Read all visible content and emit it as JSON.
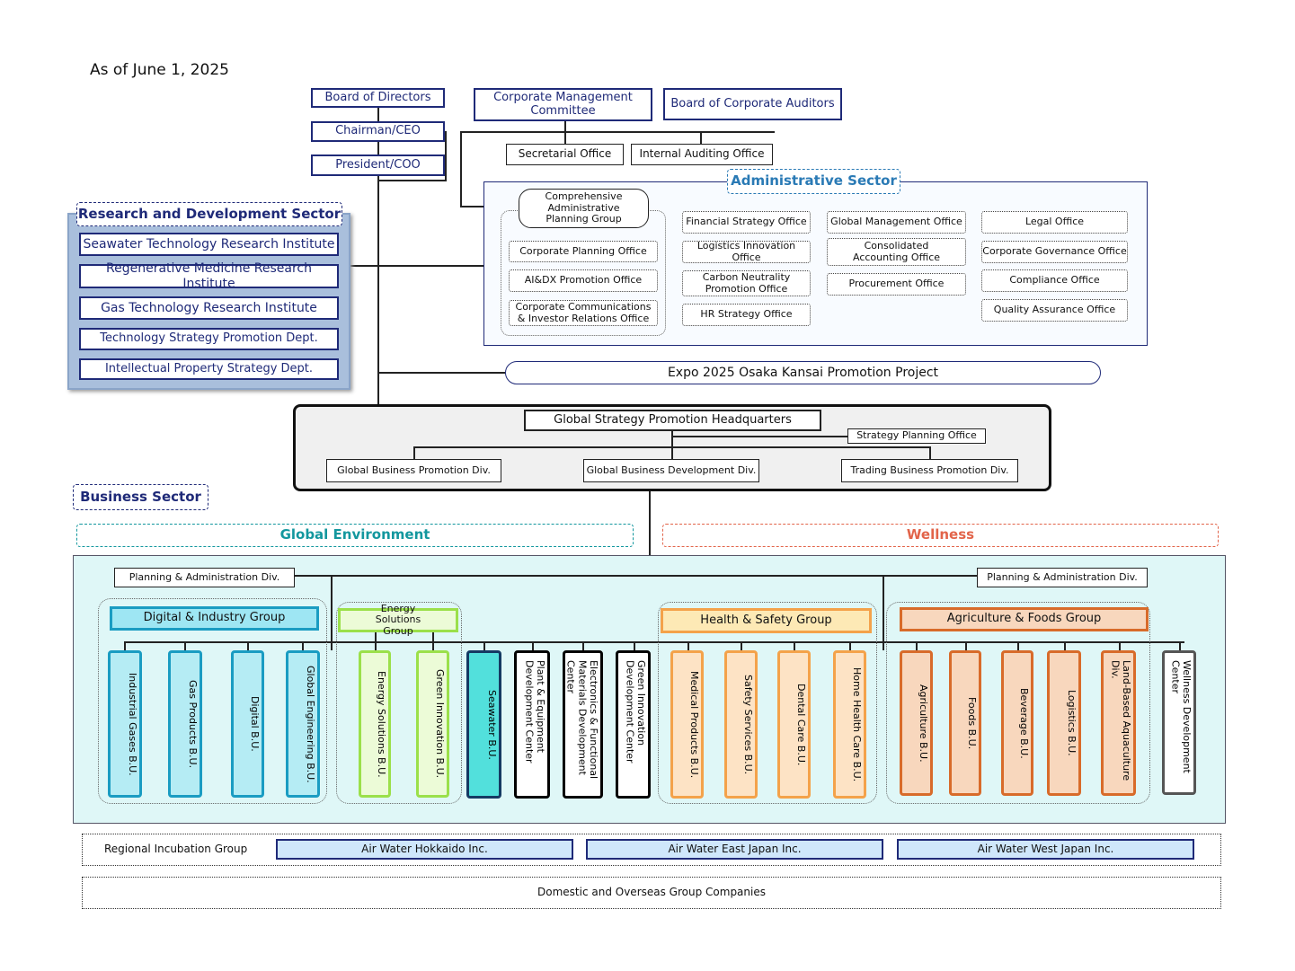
{
  "as_of": "As of June 1, 2025",
  "top": {
    "board": "Board of Directors",
    "chairman": "Chairman/CEO",
    "president": "President/COO",
    "cmc": "Corporate Management Committee",
    "auditors": "Board of Corporate Auditors",
    "secretarial": "Secretarial Office",
    "internal_audit": "Internal Auditing Office"
  },
  "rnd": {
    "title": "Research and Development Sector",
    "items": [
      "Seawater Technology Research Institute",
      "Regenerative Medicine Research Institute",
      "Gas Technology Research Institute",
      "Technology Strategy Promotion Dept.",
      "Intellectual Property Strategy Dept."
    ]
  },
  "admin": {
    "title": "Administrative Sector",
    "group": "Comprehensive Administrative Planning Group",
    "col1": [
      "Corporate Planning Office",
      "AI&DX Promotion Office",
      "Corporate Communications & Investor Relations Office"
    ],
    "col2": [
      "Financial Strategy Office",
      "Logistics Innovation Office",
      "Carbon Neutrality Promotion Office",
      "HR Strategy Office"
    ],
    "col3": [
      "Global Management Office",
      "Consolidated Accounting Office",
      "Procurement Office"
    ],
    "col4": [
      "Legal Office",
      "Corporate Governance Office",
      "Compliance Office",
      "Quality Assurance Office"
    ]
  },
  "expo": "Expo 2025 Osaka Kansai Promotion Project",
  "gsph": {
    "title": "Global Strategy Promotion Headquarters",
    "planning": "Strategy Planning Office",
    "divs": [
      "Global Business Promotion Div.",
      "Global Business Development Div.",
      "Trading Business Promotion Div."
    ]
  },
  "business": {
    "title": "Business Sector",
    "global_env": "Global Environment",
    "wellness": "Wellness",
    "plan_left": "Planning & Administration Div.",
    "plan_right": "Planning & Administration Div.",
    "digital_group": "Digital & Industry Group",
    "energy_group": "Energy Solutions Group",
    "health_group": "Health & Safety Group",
    "agri_group": "Agriculture & Foods Group",
    "digital_units": [
      "Industrial Gases B.U.",
      "Gas Products B.U.",
      "Digital B.U.",
      "Global Engineering B.U."
    ],
    "energy_units": [
      "Energy Solutions B.U.",
      "Green Innovation B.U."
    ],
    "seawater": "Seawater B.U.",
    "centers": [
      "Plant & Equipment Development Center",
      "Electronics & Functional Materials Development Center",
      "Green Innovation Development Center"
    ],
    "health_units": [
      "Medical Products B.U.",
      "Safety Services B.U.",
      "Dental Care B.U.",
      "Home Health Care B.U."
    ],
    "agri_units": [
      "Agriculture B.U.",
      "Foods B.U.",
      "Beverage B.U.",
      "Logistics B.U.",
      "Land-Based Aquaculture Div."
    ],
    "wellness_center": "Wellness Development Center"
  },
  "regional": {
    "label": "Regional Incubation Group",
    "companies": [
      "Air Water Hokkaido Inc.",
      "Air Water East Japan Inc.",
      "Air Water West Japan Inc."
    ]
  },
  "domestic": "Domestic and Overseas Group Companies",
  "colors": {
    "navy": "#1f2a78",
    "teal_accent": "#13979e",
    "wellness_accent": "#e2644a",
    "admin_accent": "#2a7ab5"
  }
}
